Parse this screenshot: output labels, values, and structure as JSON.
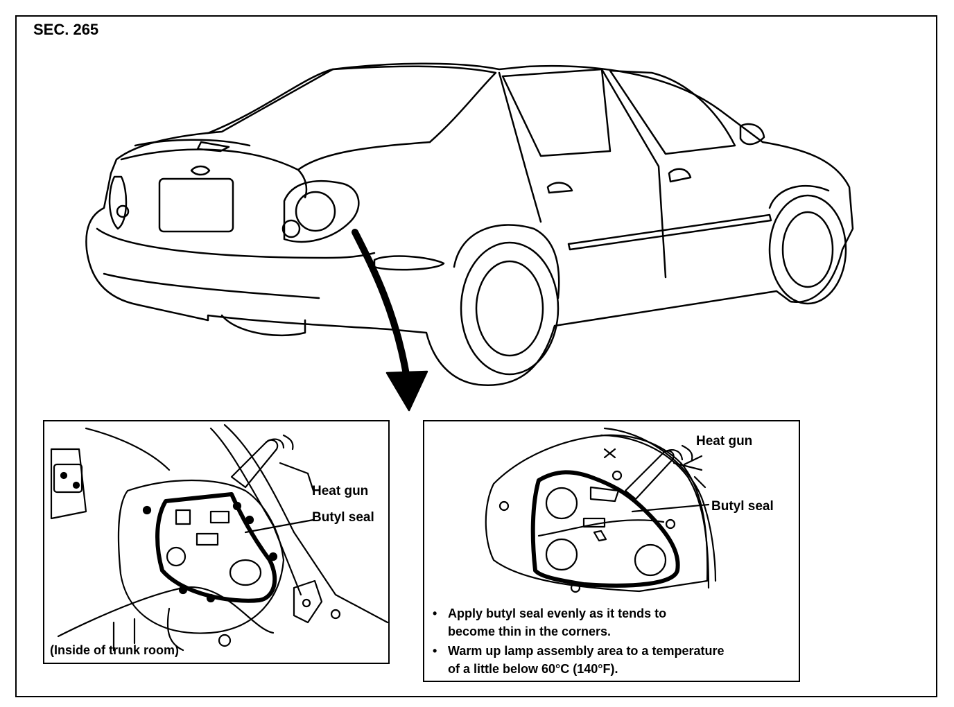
{
  "section_code": "SEC. 265",
  "left_panel": {
    "heat_gun_label": "Heat gun",
    "butyl_seal_label": "Butyl seal",
    "caption": "(Inside of trunk room)"
  },
  "right_panel": {
    "heat_gun_label": "Heat gun",
    "butyl_seal_label": "Butyl seal",
    "notes": [
      {
        "line1": "Apply butyl seal evenly as it tends to",
        "line2": "become thin in the corners."
      },
      {
        "line1": "Warm up lamp assembly area to a temperature",
        "line2": "of a little below 60°C (140°F)."
      }
    ]
  },
  "bullet_glyph": "•"
}
